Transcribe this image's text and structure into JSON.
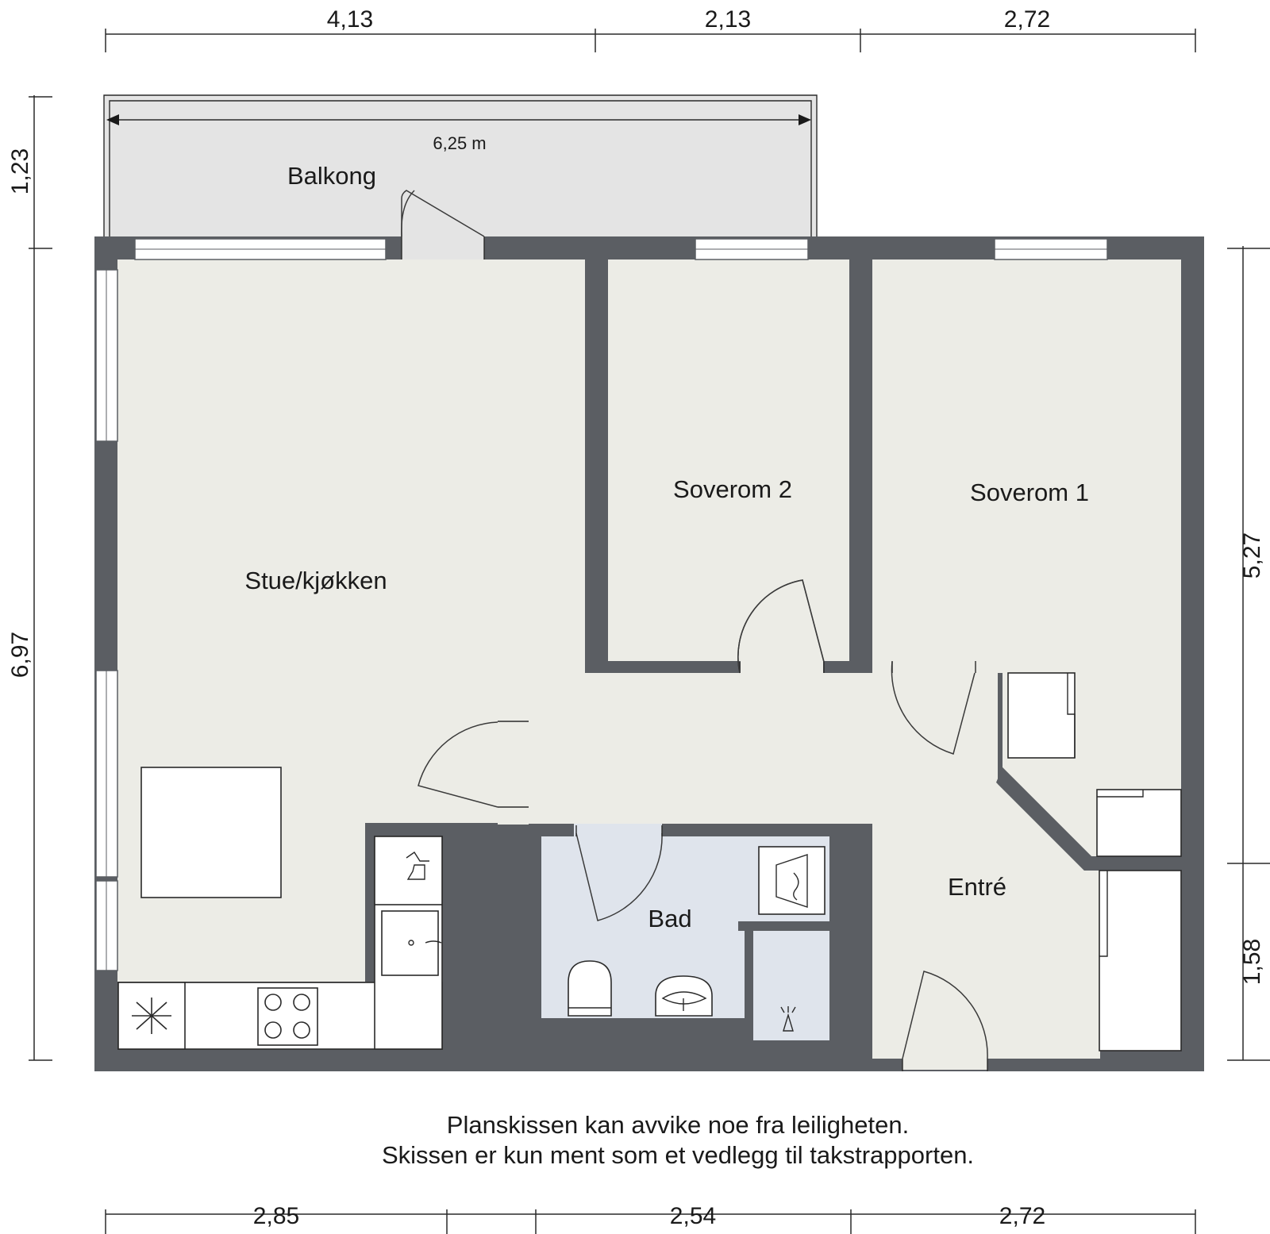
{
  "dimensions": {
    "top": [
      "4,13",
      "2,13",
      "2,72"
    ],
    "bottom": [
      "2,85",
      "2,54",
      "2,72"
    ],
    "left": [
      "1,23",
      "6,97"
    ],
    "right": [
      "5,27",
      "1,58"
    ],
    "balcony_width": "6,25 m"
  },
  "rooms": {
    "balcony": "Balkong",
    "living_kitchen": "Stue/kjøkken",
    "bedroom_2": "Soverom 2",
    "bedroom_1": "Soverom 1",
    "bathroom": "Bad",
    "hall": "Entré"
  },
  "disclaimer": {
    "line1": "Planskissen kan avvike noe fra leiligheten.",
    "line2": "Skissen er kun ment som et vedlegg til takstrapporten."
  },
  "colors": {
    "wall": "#5b5e63",
    "floor": "#ecece6",
    "bathroom_floor": "#dfe4ec",
    "balcony_floor": "#e4e4e4"
  }
}
